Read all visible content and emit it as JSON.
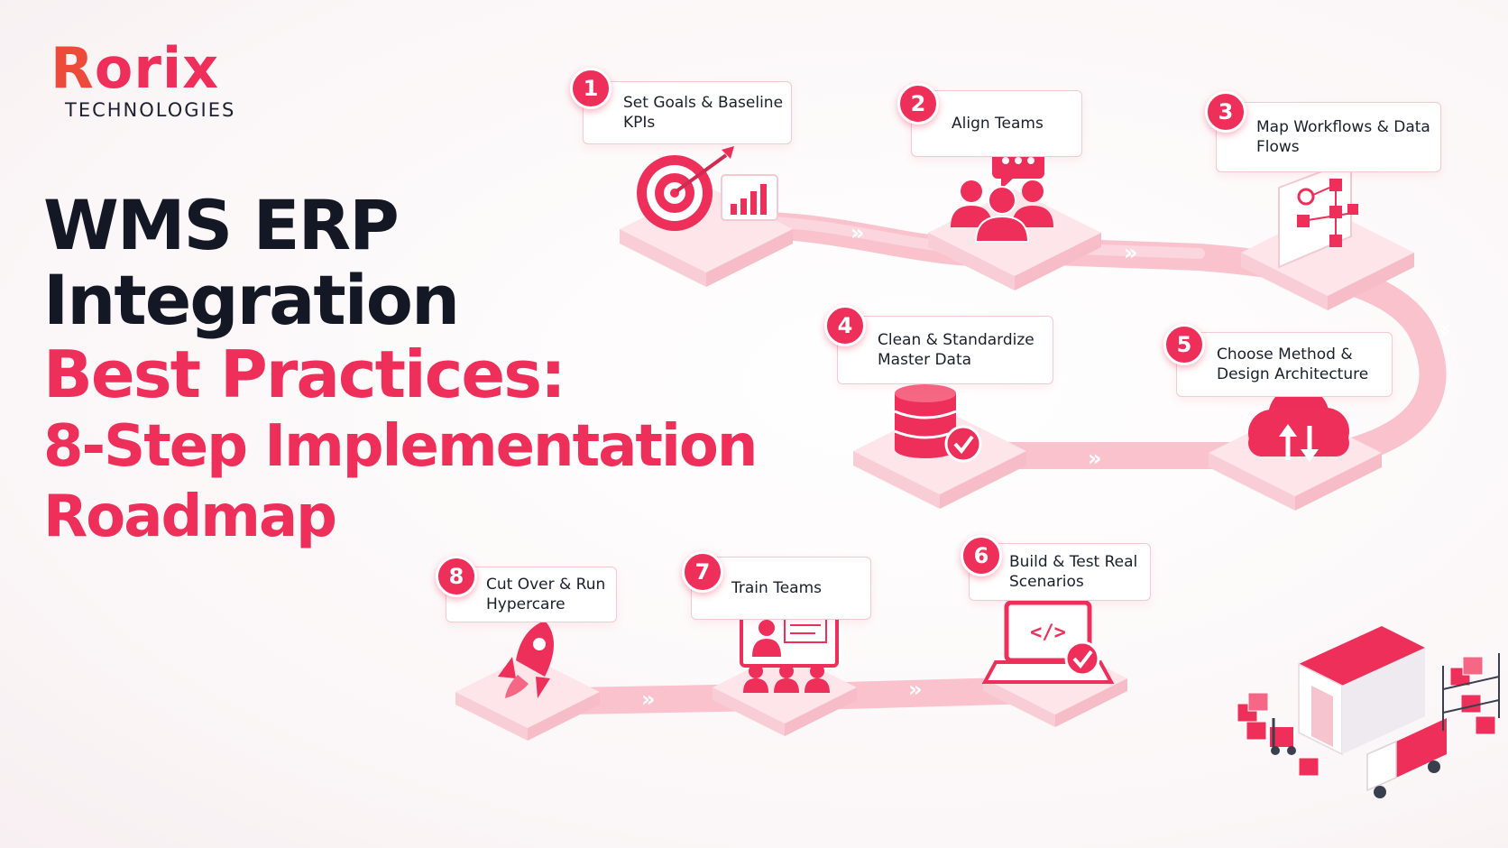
{
  "brand": {
    "mark_first": "R",
    "mark_rest": "orix",
    "subtitle": "TECHNOLOGIES"
  },
  "headline": {
    "line1": "WMS ERP",
    "line2": "Integration",
    "line3": "Best Practices:",
    "line4": "8-Step Implementation",
    "line5": "Roadmap"
  },
  "colors": {
    "accent": "#ee2f5a",
    "path": "#f9c2cd",
    "text_dark": "#141824"
  },
  "steps": [
    {
      "number": "1",
      "label": "Set Goals & Baseline KPIs",
      "icon": "target-chart-icon"
    },
    {
      "number": "2",
      "label": "Align Teams",
      "icon": "team-chat-icon"
    },
    {
      "number": "3",
      "label": "Map Workflows & Data Flows",
      "icon": "workflow-diagram-icon"
    },
    {
      "number": "4",
      "label": "Clean & Standardize Master Data",
      "icon": "database-check-icon"
    },
    {
      "number": "5",
      "label": "Choose Method & Design Architecture",
      "icon": "cloud-sync-icon"
    },
    {
      "number": "6",
      "label": "Build & Test Real Scenarios",
      "icon": "laptop-code-icon"
    },
    {
      "number": "7",
      "label": "Train Teams",
      "icon": "presentation-training-icon"
    },
    {
      "number": "8",
      "label": "Cut Over & Run Hypercare",
      "icon": "rocket-icon"
    }
  ],
  "path_arrow_glyph": "»",
  "illustration": "warehouse-truck-icon"
}
